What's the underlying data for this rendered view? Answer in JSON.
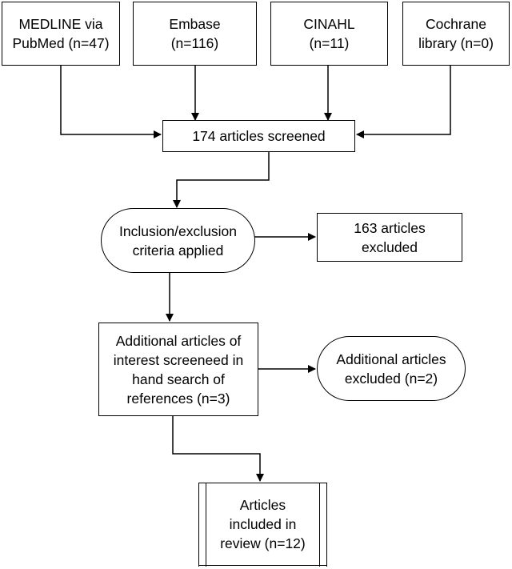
{
  "diagram": {
    "sources": [
      {
        "key": "medline",
        "line1": "MEDLINE via",
        "line2": "PubMed (n=47)"
      },
      {
        "key": "embase",
        "line1": "Embase",
        "line2": "(n=116)"
      },
      {
        "key": "cinahl",
        "line1": "CINAHL",
        "line2": "(n=11)"
      },
      {
        "key": "cochrane",
        "line1": "Cochrane",
        "line2": "library (n=0)"
      }
    ],
    "screened": "174 articles screened",
    "criteria": {
      "line1": "Inclusion/exclusion",
      "line2": "criteria applied"
    },
    "excluded": {
      "line1": "163 articles",
      "line2": "excluded"
    },
    "additional": {
      "line1": "Additional articles of",
      "line2": "interest screeneed in",
      "line3": "hand search of",
      "line4": "references (n=3)"
    },
    "additional_excluded": {
      "line1": "Additional articles",
      "line2": "excluded (n=2)"
    },
    "included": {
      "line1": "Articles",
      "line2": "included in",
      "line3": "review (n=12)"
    }
  },
  "colors": {
    "stroke": "#000000",
    "background": "#ffffff"
  }
}
